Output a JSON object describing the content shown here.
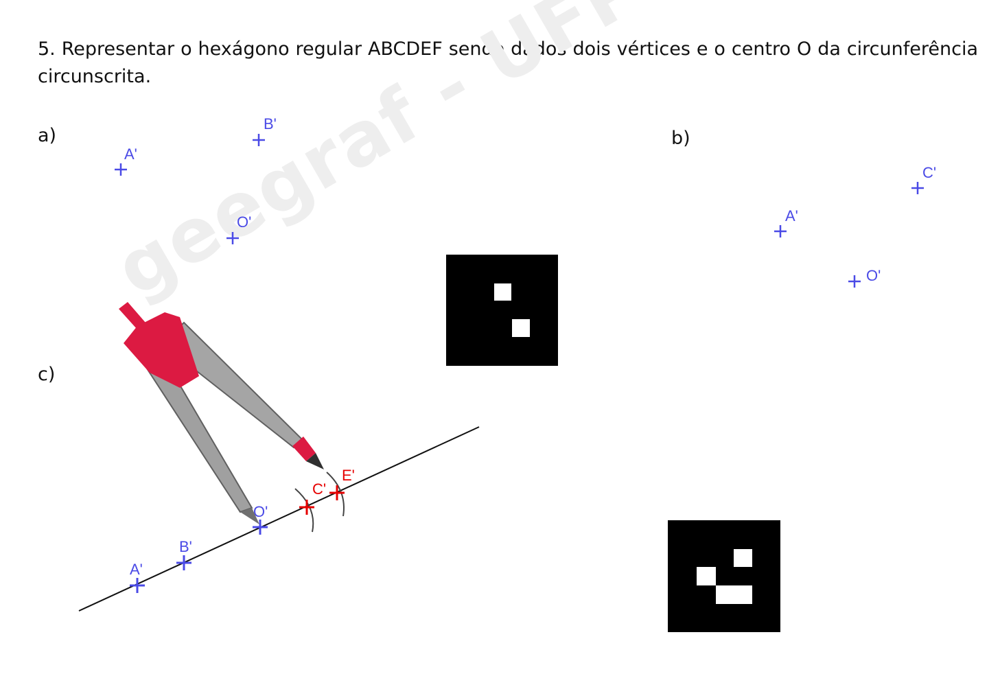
{
  "exercise": {
    "statement": "5. Representar o hexágono regular ABCDEF sendo dados dois vértices e o centro O da circunferência circunscrita."
  },
  "watermark": "geegraf - UFPR",
  "parts": {
    "a": {
      "label": "a)",
      "points": [
        "A'",
        "B'",
        "O'"
      ]
    },
    "b": {
      "label": "b)",
      "points": [
        "A'",
        "C'",
        "O'"
      ]
    },
    "c": {
      "label": "c)",
      "points": [
        "A'",
        "B'",
        "O'"
      ],
      "constructed_points": [
        "C'",
        "E'"
      ]
    }
  },
  "colors": {
    "given_point": "#4a4ae6",
    "constructed_point": "#e60000",
    "compass_red": "#dc1a42",
    "compass_gray": "#9a9a9a"
  },
  "icons": {
    "compass": "compass-icon",
    "markers": [
      "fiducial-marker-1",
      "fiducial-marker-2"
    ]
  }
}
